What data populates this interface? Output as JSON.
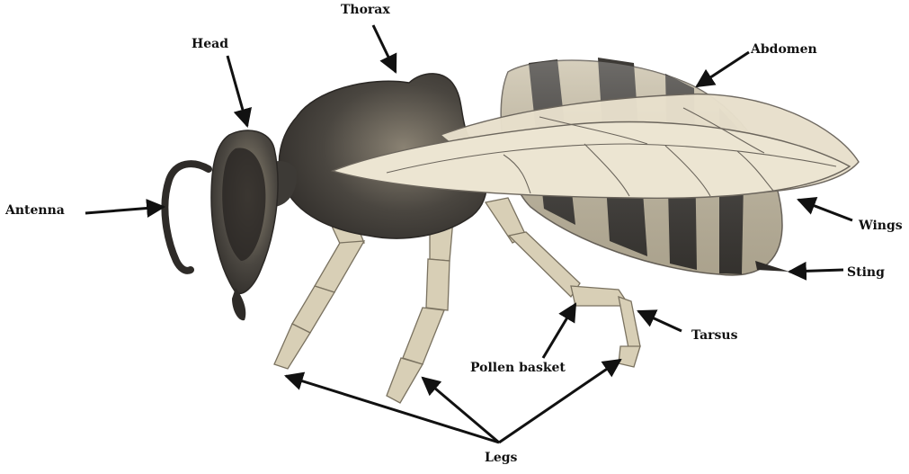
{
  "diagram": {
    "labels": {
      "thorax": "Thorax",
      "head": "Head",
      "abdomen": "Abdomen",
      "antenna": "Antenna",
      "wings": "Wings",
      "sting": "Sting",
      "tarsus": "Tarsus",
      "pollen_basket": "Pollen basket",
      "legs": "Legs"
    }
  },
  "colors": {
    "body_dark": "#3d3a36",
    "body_mid": "#6b655c",
    "stripe_light": "#c9bfa6",
    "wing": "#e8e0cc",
    "leg": "#d8cfb6",
    "arrow": "#111111"
  }
}
